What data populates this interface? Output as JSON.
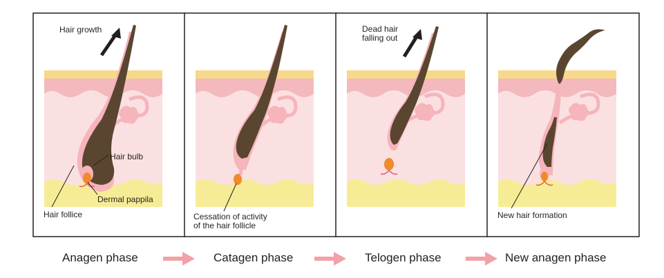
{
  "panels": [
    {
      "labels": {
        "growth": "Hair growth",
        "bulb": "Hair bulb",
        "papilla": "Dermal pappila",
        "follicle": "Hair follice"
      }
    },
    {
      "labels": {
        "cessation": "Cessation of activity\nof the hair follicle"
      }
    },
    {
      "labels": {
        "dead": "Dead hair\nfalling out"
      }
    },
    {
      "labels": {
        "newhair": "New hair formation"
      }
    }
  ],
  "phases": [
    "Anagen phase",
    "Catagen phase",
    "Telogen phase",
    "New anagen phase"
  ],
  "colors": {
    "frame": "#231f20",
    "epidermis_top": "#f7d98c",
    "epidermis": "#f3b9bd",
    "dermis": "#fbe0e2",
    "fat": "#f7ec96",
    "hair": "#5a4630",
    "sheath": "#f5b5bb",
    "papilla": "#f08a2a",
    "phase_arrow": "#f2a1a8"
  }
}
